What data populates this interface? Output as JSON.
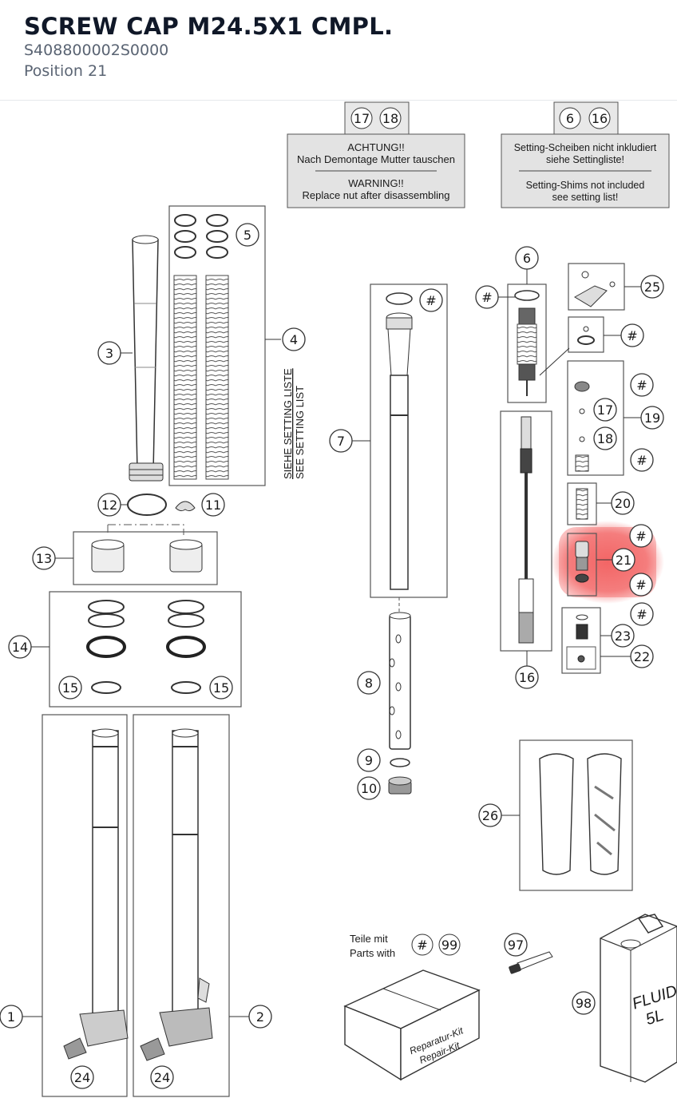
{
  "header": {
    "title": "SCREW CAP M24.5X1 CMPL.",
    "part_number": "S408800002S0000",
    "position": "Position 21"
  },
  "notices": {
    "nut": {
      "refs": [
        "17",
        "18"
      ],
      "de_title": "ACHTUNG!!",
      "de_text": "Nach Demontage Mutter tauschen",
      "en_title": "WARNING!!",
      "en_text": "Replace nut after disassembling"
    },
    "shims": {
      "refs": [
        "6",
        "16"
      ],
      "de_line1": "Setting-Scheiben nicht inkludiert",
      "de_line2": "siehe Settingliste!",
      "en_line1": "Setting-Shims not included",
      "en_line2": "see setting list!"
    }
  },
  "setting_list": {
    "de": "SIEHE SETTING LISTE",
    "en": "SEE SETTING LIST"
  },
  "repair_kit": {
    "line1": "Teile mit",
    "line2": "Parts with",
    "refs": [
      "#",
      "99"
    ],
    "box_de": "Reparatur-Kit",
    "box_en": "Repair-Kit"
  },
  "fluid_can": {
    "line1": "FLUID",
    "line2": "5L"
  },
  "highlight": {
    "position": "21",
    "color": "#f04848"
  },
  "callouts": {
    "c1": "1",
    "c2": "2",
    "c3": "3",
    "c4": "4",
    "c5": "5",
    "c6": "6",
    "c7": "7",
    "c8": "8",
    "c9": "9",
    "c10": "10",
    "c11": "11",
    "c12": "12",
    "c13": "13",
    "c14": "14",
    "c15a": "15",
    "c15b": "15",
    "c16": "16",
    "c17": "17",
    "c18": "18",
    "c19": "19",
    "c20": "20",
    "c21": "21",
    "c22": "22",
    "c23": "23",
    "c24a": "24",
    "c24b": "24",
    "c25": "25",
    "c26": "26",
    "c97": "97",
    "c98": "98",
    "h7": "#",
    "h6": "#",
    "h25": "#",
    "h19a": "#",
    "h19b": "#",
    "h21a": "#",
    "h21b": "#",
    "h23": "#"
  }
}
